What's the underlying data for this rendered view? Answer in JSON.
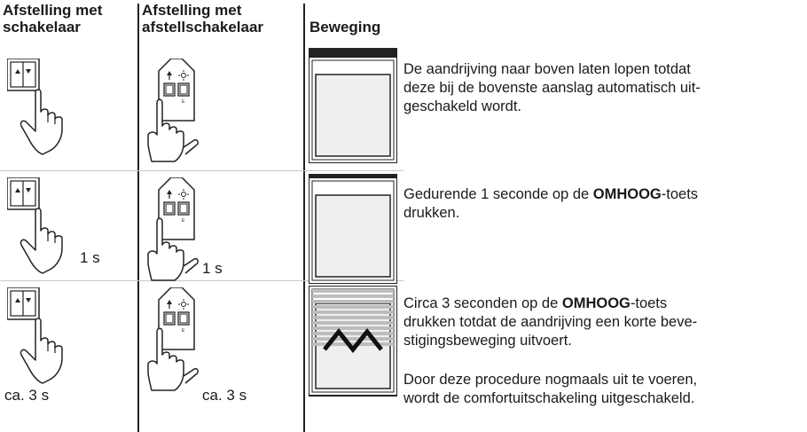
{
  "headers": {
    "col1_line1": "Afstelling met",
    "col1_line2": "schakelaar",
    "col2_line1": "Afstelling met",
    "col2_line2": "afstellschakelaar",
    "col3": "Beweging"
  },
  "rows": [
    {
      "duration_switch": "",
      "duration_adjust": "",
      "text_lines": [
        "De aandrijving naar boven laten lopen totdat",
        "deze bij de bovenste aanslag automatisch uit-",
        "geschakeld wordt."
      ]
    },
    {
      "duration_switch": "1 s",
      "duration_adjust": "1 s",
      "text_before": "Gedurende 1 seconde op de ",
      "text_bold": "OMHOOG",
      "text_after": "-toets",
      "text_line2": "drukken."
    },
    {
      "duration_switch": "ca. 3 s",
      "duration_adjust": "ca. 3 s",
      "text_before": "Circa 3 seconden op de ",
      "text_bold": "OMHOOG",
      "text_after": "-toets",
      "text_line2": "drukken totdat de aandrijving een korte beve-",
      "text_line3": "stigingsbeweging uitvoert.",
      "note_line1": "Door deze procedure nogmaals uit te voeren,",
      "note_line2": "wordt de comfortuitschakeling uitgeschakeld."
    }
  ],
  "icons": [
    "wall-switch-icon",
    "hand-pointer-icon",
    "adjust-switch-icon",
    "roller-shutter-window-icon",
    "up-down-arrows-icon"
  ]
}
